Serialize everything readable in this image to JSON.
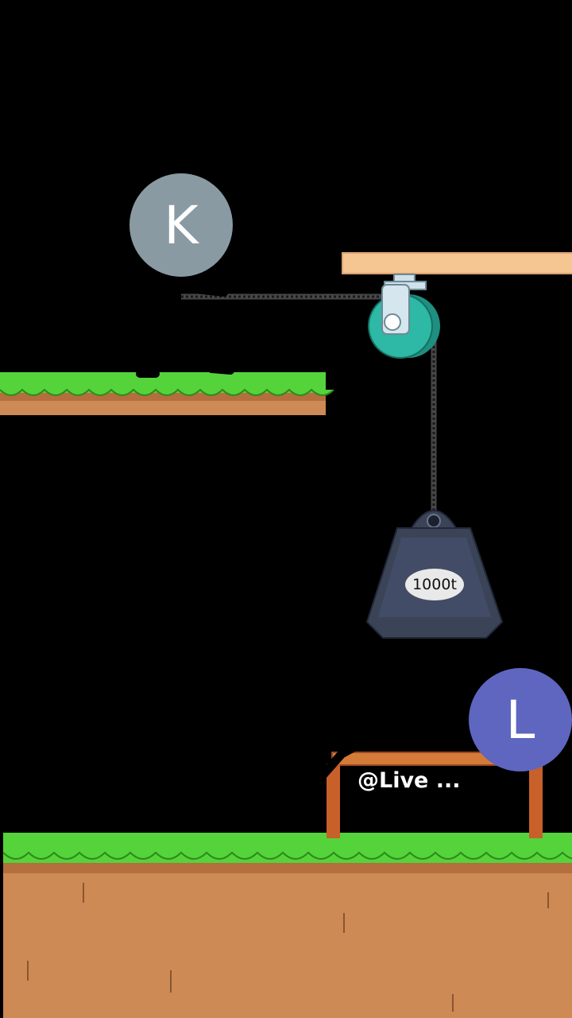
{
  "players": {
    "top": {
      "initial": "K",
      "color": "#8a9aa2"
    },
    "bottom": {
      "initial": "L",
      "color": "#5e66c0"
    }
  },
  "weight": {
    "label": "1000t",
    "color": "#3b4357"
  },
  "watermark": {
    "text": "@Live ..."
  },
  "colors": {
    "grass": "#55d33b",
    "dirt": "#cd8a54",
    "beam": "#f5c592",
    "pulley": "#2eb8a6",
    "table": "#c8602a"
  }
}
